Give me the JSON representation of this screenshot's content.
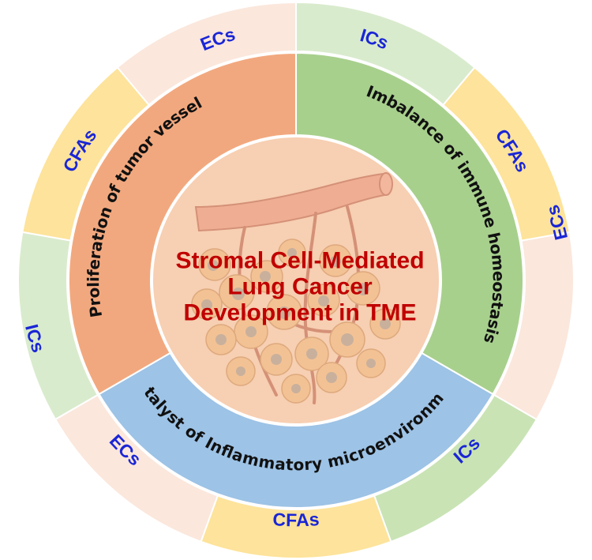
{
  "colors": {
    "ecs_fill": "#fbe7dc",
    "ics_fill": "#d9ebcd",
    "ics_fill_alt": "#c9e3b5",
    "cfas_fill": "#fde39b",
    "outer_text": "#1a26d6",
    "vessel_band": "#f2a87e",
    "immune_band": "#a8d08d",
    "inflam_band": "#9dc3e6",
    "center_fill": "#f7cfb2",
    "center_title": "#c00000"
  },
  "outer_ring": [
    {
      "label": "ECs"
    },
    {
      "label": "CFAs"
    },
    {
      "label": "ICs"
    },
    {
      "label": "ECs"
    },
    {
      "label": "CFAs"
    },
    {
      "label": "ICs"
    },
    {
      "label": "ECs"
    },
    {
      "label": "CFAs"
    },
    {
      "label": "ICs"
    }
  ],
  "middle_ring": [
    {
      "label": "Proliferation of tumor vessel"
    },
    {
      "label": "Imbalance of immune homeostasis"
    },
    {
      "label": "Catalyst of Inflammatory microenvironment"
    }
  ],
  "center": {
    "title_lines": [
      "Stromal Cell-Mediated",
      "Lung Cancer",
      "Development in TME"
    ],
    "illustration": "tumor-vessel-cells-illustration"
  }
}
